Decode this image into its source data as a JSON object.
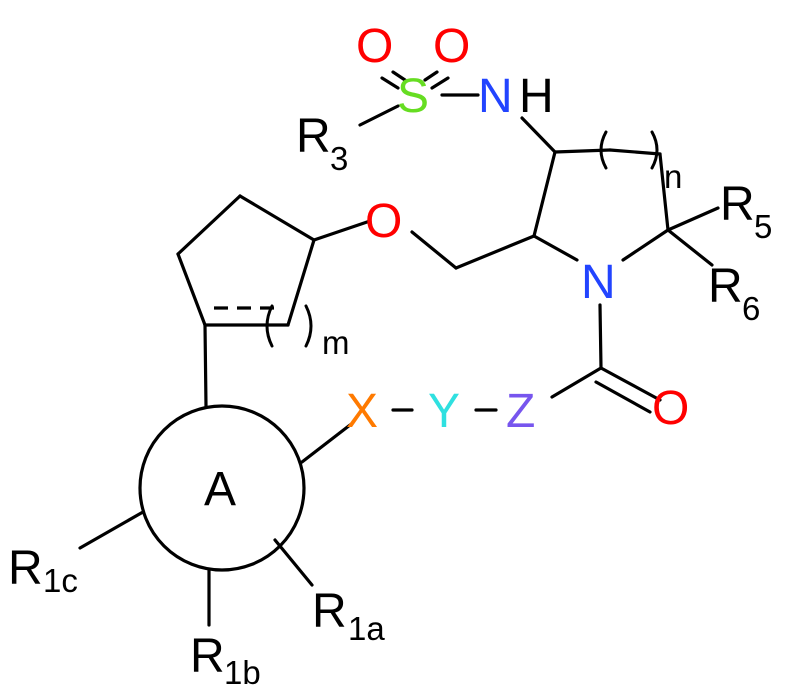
{
  "atoms": {
    "O1": "O",
    "O2": "O",
    "S": "S",
    "N_sulfonamide": "N",
    "H": "H",
    "R3": "R",
    "R3_sub": "3",
    "n_label": "n",
    "O_ether": "O",
    "R5": "R",
    "R5_sub": "5",
    "N_ring": "N",
    "R6": "R",
    "R6_sub": "6",
    "m_label": "m",
    "X": "X",
    "Y": "Y",
    "Z": "Z",
    "O_carbonyl": "O",
    "ring_A": "A",
    "R1c": "R",
    "R1c_sub": "1c",
    "R1a": "R",
    "R1a_sub": "1a",
    "R1b": "R",
    "R1b_sub": "1b"
  },
  "colors": {
    "oxygen": "#ff0000",
    "sulfur": "#66dd22",
    "nitrogen": "#2244ff",
    "x_atom": "#ff7a00",
    "y_atom": "#2fe0e0",
    "z_atom": "#7755ee",
    "bond": "#000000"
  }
}
